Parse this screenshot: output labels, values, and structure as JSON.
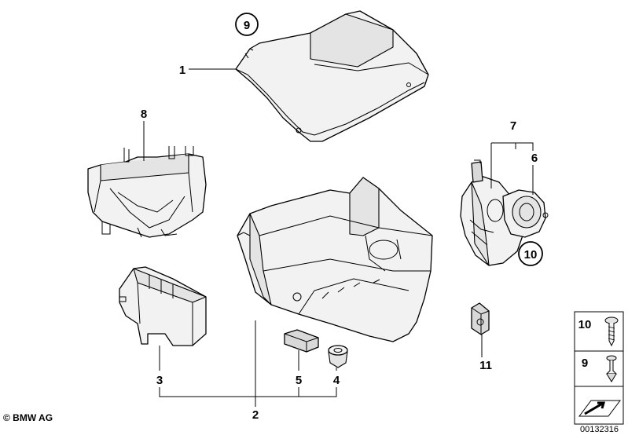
{
  "callouts": {
    "c1": "1",
    "c2": "2",
    "c3": "3",
    "c4": "4",
    "c5": "5",
    "c6": "6",
    "c7": "7",
    "c8": "8",
    "c9": "9",
    "c10": "10",
    "c11": "11"
  },
  "legend": {
    "item_10": "10",
    "item_9": "9"
  },
  "footer": {
    "copyright": "© BMW AG",
    "doc_number": "00132316"
  }
}
